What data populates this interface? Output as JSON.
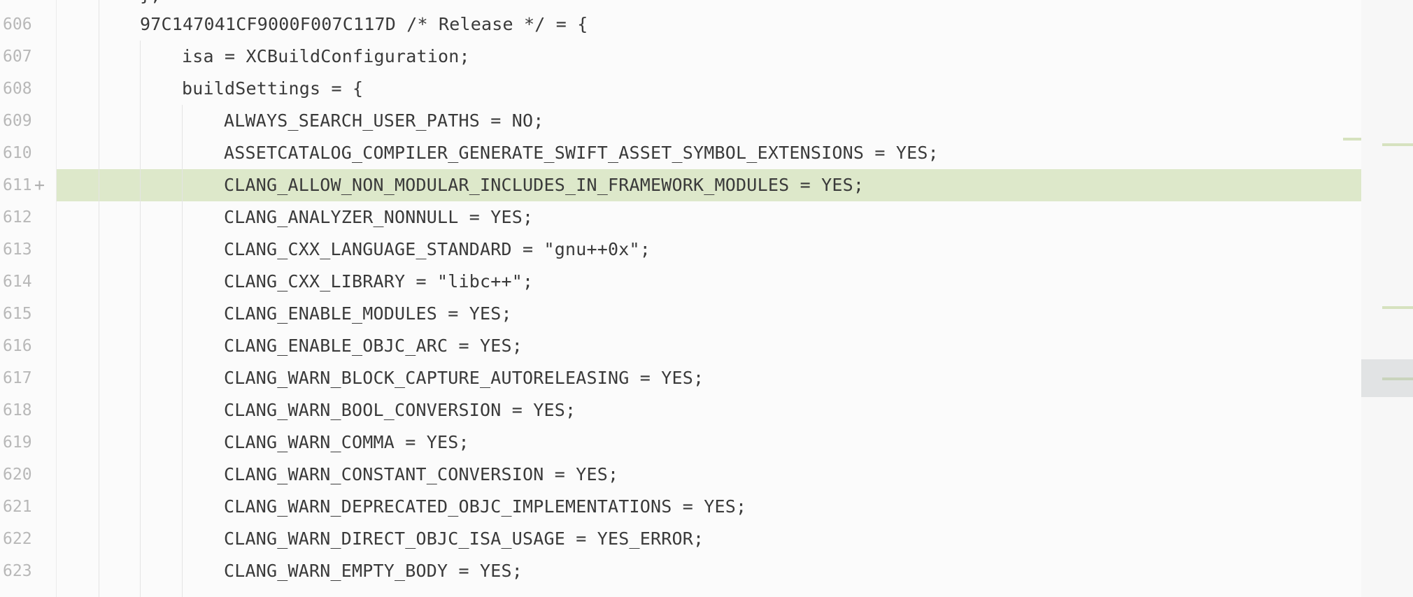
{
  "editor": {
    "top_fragment": "};",
    "lines": [
      {
        "number": "606",
        "text": "97C147041CF9000F007C117D /* Release */ = {",
        "indent": 1,
        "added": false,
        "marker": ""
      },
      {
        "number": "607",
        "text": "isa = XCBuildConfiguration;",
        "indent": 2,
        "added": false,
        "marker": ""
      },
      {
        "number": "608",
        "text": "buildSettings = {",
        "indent": 2,
        "added": false,
        "marker": ""
      },
      {
        "number": "609",
        "text": "ALWAYS_SEARCH_USER_PATHS = NO;",
        "indent": 3,
        "added": false,
        "marker": ""
      },
      {
        "number": "610",
        "text": "ASSETCATALOG_COMPILER_GENERATE_SWIFT_ASSET_SYMBOL_EXTENSIONS = YES;",
        "indent": 3,
        "added": false,
        "marker": ""
      },
      {
        "number": "611",
        "text": "CLANG_ALLOW_NON_MODULAR_INCLUDES_IN_FRAMEWORK_MODULES = YES;",
        "indent": 3,
        "added": true,
        "marker": "+"
      },
      {
        "number": "612",
        "text": "CLANG_ANALYZER_NONNULL = YES;",
        "indent": 3,
        "added": false,
        "marker": ""
      },
      {
        "number": "613",
        "text": "CLANG_CXX_LANGUAGE_STANDARD = \"gnu++0x\";",
        "indent": 3,
        "added": false,
        "marker": ""
      },
      {
        "number": "614",
        "text": "CLANG_CXX_LIBRARY = \"libc++\";",
        "indent": 3,
        "added": false,
        "marker": ""
      },
      {
        "number": "615",
        "text": "CLANG_ENABLE_MODULES = YES;",
        "indent": 3,
        "added": false,
        "marker": ""
      },
      {
        "number": "616",
        "text": "CLANG_ENABLE_OBJC_ARC = YES;",
        "indent": 3,
        "added": false,
        "marker": ""
      },
      {
        "number": "617",
        "text": "CLANG_WARN_BLOCK_CAPTURE_AUTORELEASING = YES;",
        "indent": 3,
        "added": false,
        "marker": ""
      },
      {
        "number": "618",
        "text": "CLANG_WARN_BOOL_CONVERSION = YES;",
        "indent": 3,
        "added": false,
        "marker": ""
      },
      {
        "number": "619",
        "text": "CLANG_WARN_COMMA = YES;",
        "indent": 3,
        "added": false,
        "marker": ""
      },
      {
        "number": "620",
        "text": "CLANG_WARN_CONSTANT_CONVERSION = YES;",
        "indent": 3,
        "added": false,
        "marker": ""
      },
      {
        "number": "621",
        "text": "CLANG_WARN_DEPRECATED_OBJC_IMPLEMENTATIONS = YES;",
        "indent": 3,
        "added": false,
        "marker": ""
      },
      {
        "number": "622",
        "text": "CLANG_WARN_DIRECT_OBJC_ISA_USAGE = YES_ERROR;",
        "indent": 3,
        "added": false,
        "marker": ""
      },
      {
        "number": "623",
        "text": "CLANG_WARN_EMPTY_BODY = YES;",
        "indent": 3,
        "added": false,
        "marker": ""
      }
    ]
  },
  "colors": {
    "added_line_background": "#dde8ca",
    "line_number": "#b8b8b8",
    "code_text": "#3a3a3a"
  }
}
